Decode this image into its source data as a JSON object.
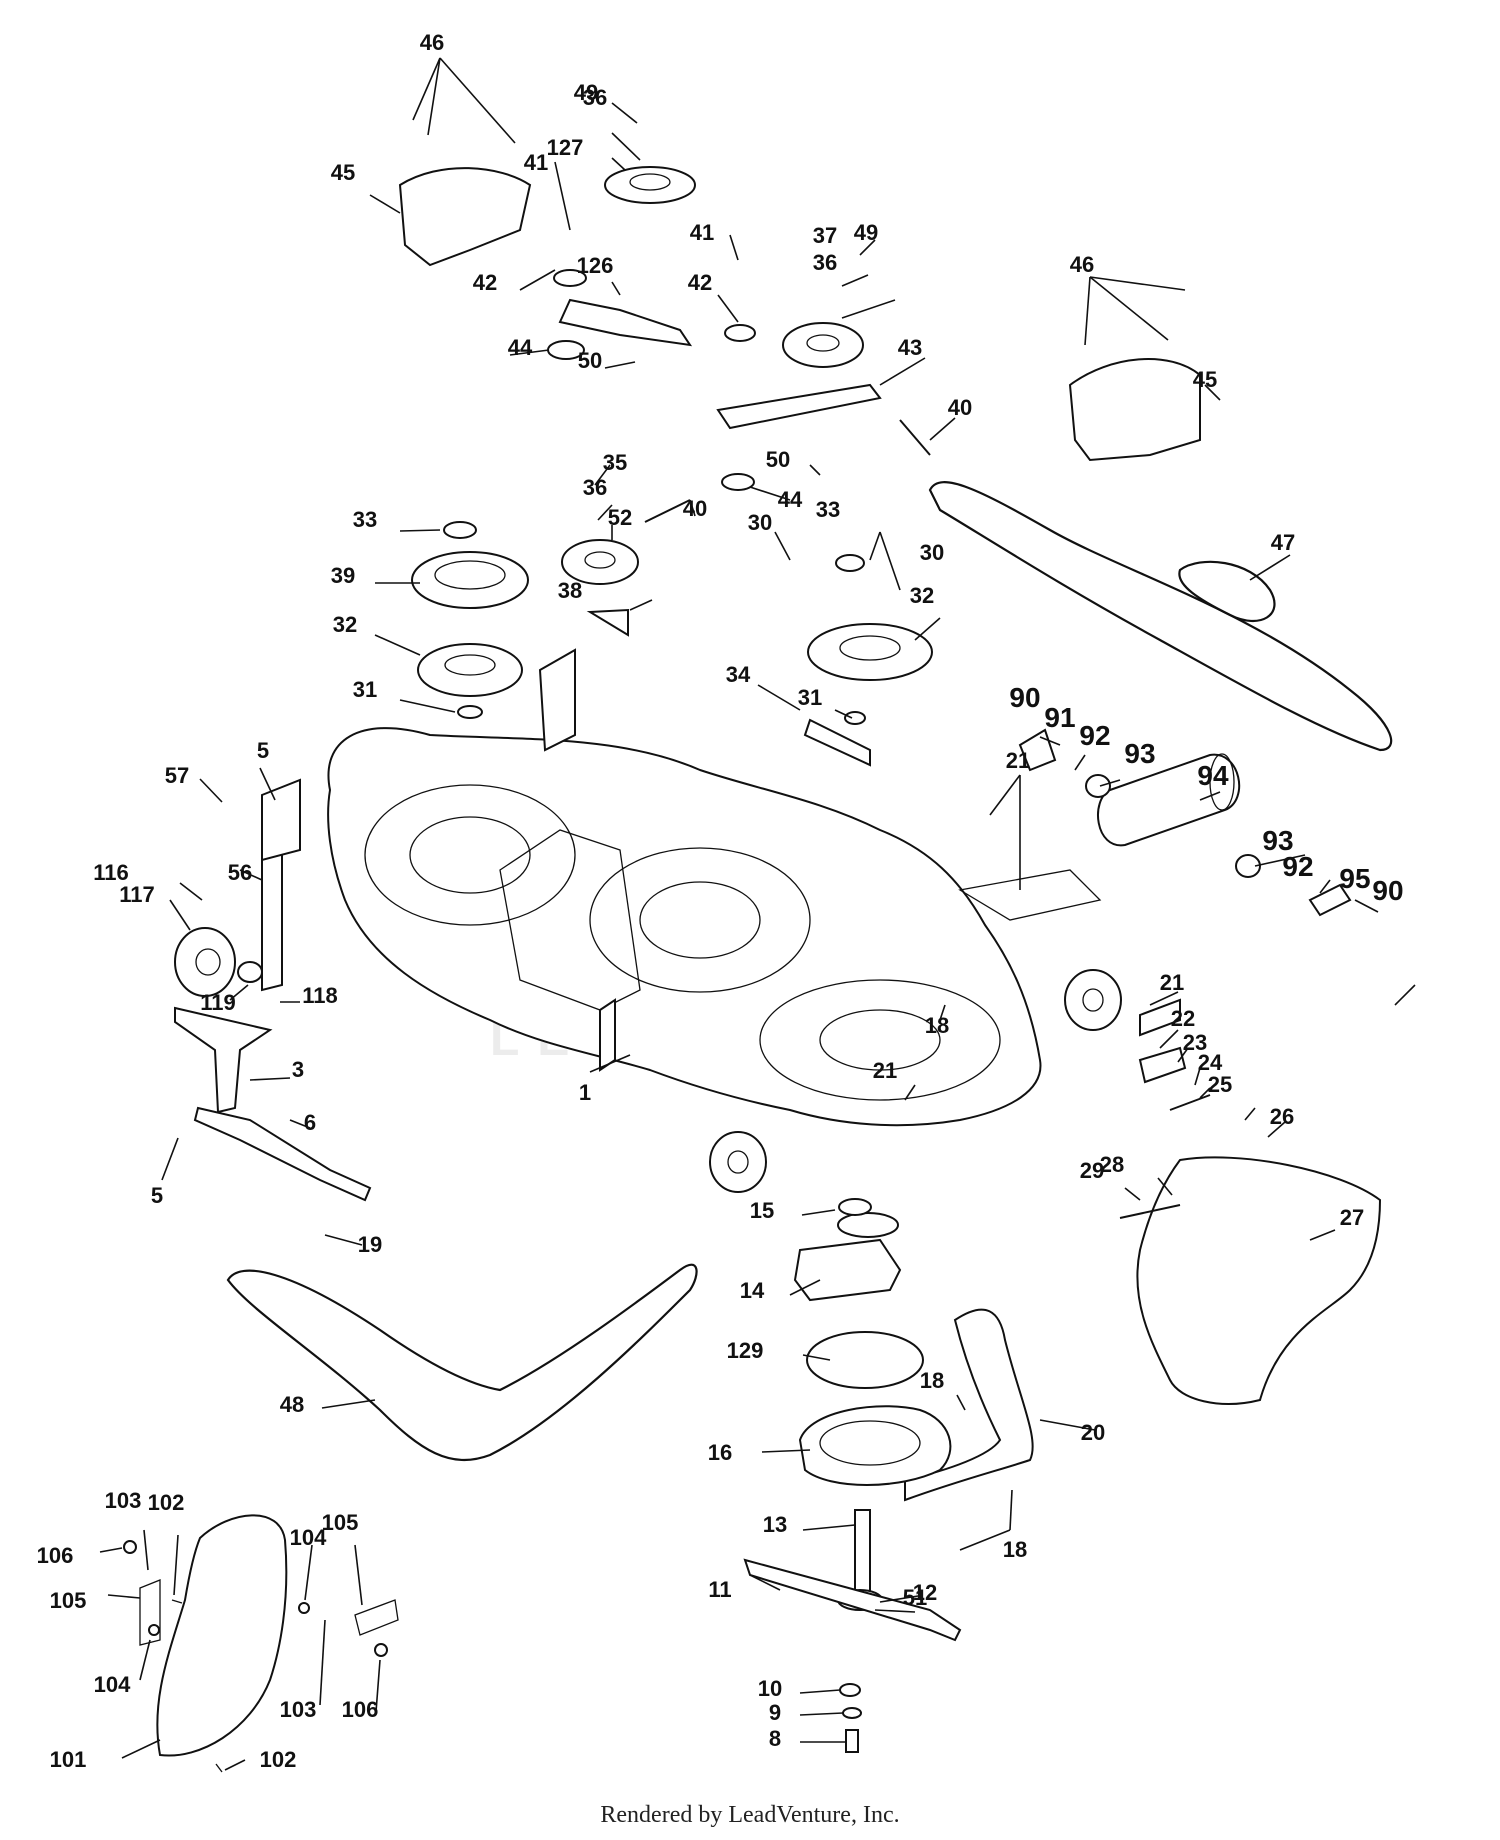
{
  "watermark": "LEADVENTURE",
  "footer": "Rendered by LeadVenture, Inc.",
  "callouts": [
    "1",
    "3",
    "5",
    "5",
    "6",
    "8",
    "9",
    "10",
    "11",
    "12",
    "13",
    "14",
    "15",
    "16",
    "18",
    "18",
    "18",
    "19",
    "20",
    "21",
    "21",
    "21",
    "22",
    "23",
    "24",
    "25",
    "26",
    "27",
    "28",
    "29",
    "30",
    "30",
    "31",
    "31",
    "32",
    "32",
    "33",
    "33",
    "34",
    "35",
    "36",
    "36",
    "36",
    "37",
    "38",
    "39",
    "40",
    "40",
    "41",
    "41",
    "42",
    "42",
    "43",
    "44",
    "44",
    "45",
    "45",
    "46",
    "46",
    "47",
    "48",
    "49",
    "49",
    "50",
    "50",
    "51",
    "52",
    "56",
    "57",
    "90",
    "90",
    "91",
    "92",
    "92",
    "93",
    "93",
    "94",
    "95",
    "101",
    "102",
    "102",
    "103",
    "103",
    "104",
    "104",
    "105",
    "105",
    "106",
    "106",
    "116",
    "117",
    "118",
    "119",
    "126",
    "127",
    "129"
  ]
}
